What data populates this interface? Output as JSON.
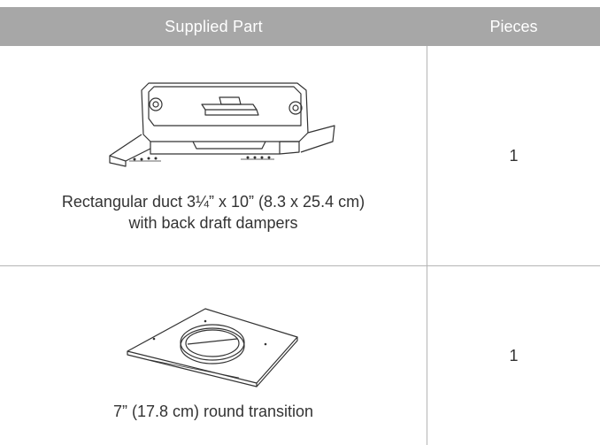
{
  "table": {
    "header": {
      "part": "Supplied Part",
      "pieces": "Pieces"
    },
    "rows": [
      {
        "icon": "rectangular-duct-illustration",
        "description_line1": "Rectangular duct 3¼” x 10” (8.3 x 25.4 cm)",
        "description_line2": "with back draft dampers",
        "pieces": "1"
      },
      {
        "icon": "round-transition-illustration",
        "description_line1": "7” (17.8 cm) round transition",
        "pieces": "1"
      }
    ]
  }
}
